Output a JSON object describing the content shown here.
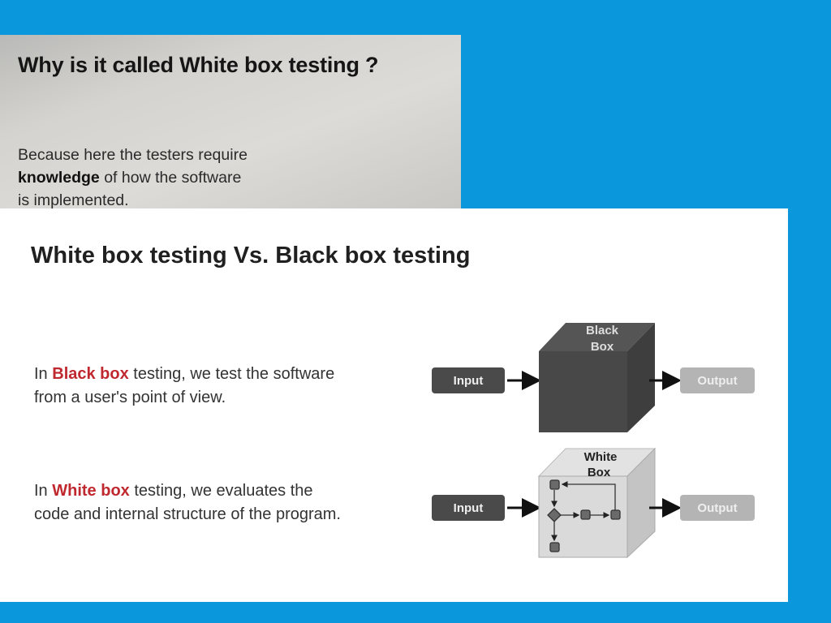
{
  "top_slide": {
    "title": "Why is it called White box testing ?",
    "body_pre": "Because here the testers require",
    "body_bold": "knowledge",
    "body_post": " of how the software",
    "body_line3": "is implemented."
  },
  "main_slide": {
    "title": "White box testing Vs. Black box testing",
    "black_para": {
      "pre": "In ",
      "highlight": "Black box",
      "post": " testing, we test the software",
      "line2": "from a user's point of view."
    },
    "white_para": {
      "pre": "In ",
      "highlight": "White box",
      "post": " testing, we evaluates the",
      "line2": "code and internal structure of the program."
    },
    "diagram": {
      "black_box_line1": "Black",
      "black_box_line2": "Box",
      "white_box_line1": "White",
      "white_box_line2": "Box",
      "input_label": "Input",
      "output_label": "Output"
    }
  },
  "colors": {
    "background": "#0b97dc",
    "highlight": "#c0282f"
  }
}
